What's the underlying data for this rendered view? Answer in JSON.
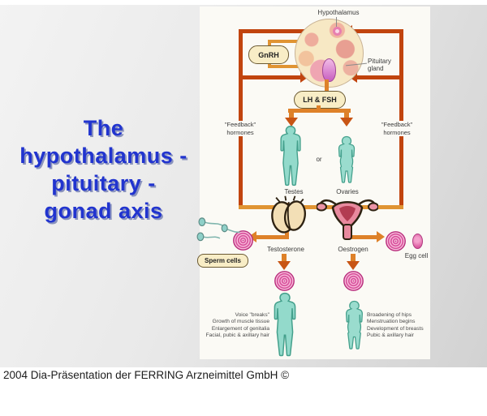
{
  "slide": {
    "title_lines": [
      "The",
      "hypothalamus -",
      "pituitary -",
      "gonad axis"
    ],
    "footer": "2004 Dia-Präsentation der FERRING Arzneimittel GmbH ©"
  },
  "diagram": {
    "hypothalamus_label": "Hypothalamus",
    "pituitary_label_line1": "Pituitary",
    "pituitary_label_line2": "gland",
    "gnrh_label": "GnRH",
    "lh_fsh_label": "LH & FSH",
    "feedback_line1": "\"Feedback\"",
    "feedback_line2": "hormones",
    "or_label": "or",
    "testes_label": "Testes",
    "ovaries_label": "Ovaries",
    "testosterone_label": "Testosterone",
    "oestrogen_label": "Oestrogen",
    "sperm_cells_label": "Sperm cells",
    "egg_cell_label": "Egg cell",
    "male_effects": [
      "Voice \"breaks\"",
      "Growth of muscle tissue",
      "Enlargement of genitalia",
      "Facial, pubic & axillary hair"
    ],
    "female_effects": [
      "Broadening of hips",
      "Menstruation begins",
      "Development of breasts",
      "Pubic & axillary hair"
    ],
    "colors": {
      "title_blue": "#2134cf",
      "feedback_line_dark": "#c1440e",
      "hormone_arrow_orange": "#de8129",
      "gnrh_loop_orange": "#e09433",
      "hormone_pink": "#f8bcdb",
      "figure_teal": "#93dacb",
      "pill_cream": "#f8edc6"
    }
  }
}
